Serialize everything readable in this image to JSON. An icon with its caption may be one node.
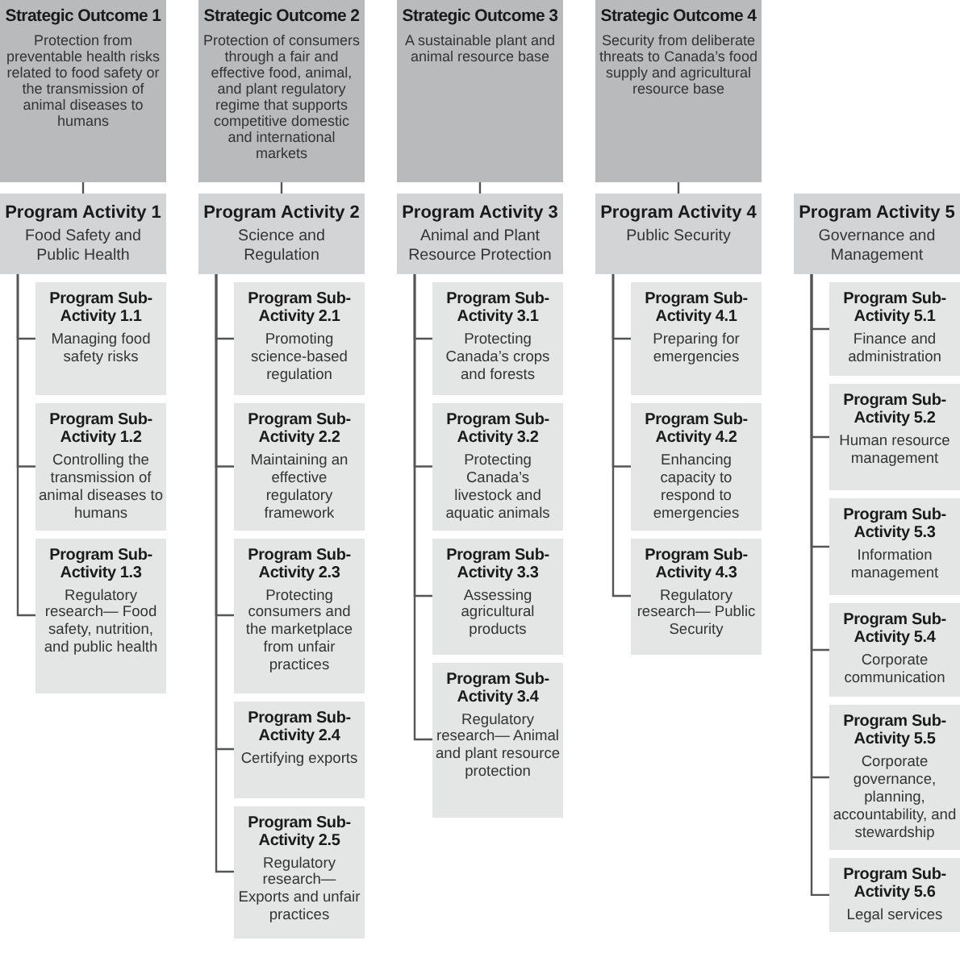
{
  "diagram": {
    "nodes": [
      {
        "text": [
          "Strategic Outcome 1",
          "Protection from preventable health risks related to food safety or the transmission of animal diseases to humans"
        ]
      },
      {
        "text": [
          "Program Activity 1",
          "Food Safety and Public Health"
        ]
      },
      {
        "text": [
          "Program Sub-Activity 1.1",
          "Managing food safety risks"
        ]
      },
      {
        "text": [
          "Program Sub-Activity 1.2",
          "Controlling the transmission of animal diseases to humans"
        ]
      },
      {
        "text": [
          "Program Sub-Activity 1.3",
          "Regulatory research— Food safety, nutrition, and public health"
        ]
      },
      {
        "text": [
          "Strategic Outcome 2",
          "Protection of consumers through a fair and effective food, animal, and plant regulatory regime that supports competitive domestic and international markets"
        ]
      },
      {
        "text": [
          "Program Activity 2",
          "Science and Regulation"
        ]
      },
      {
        "text": [
          "Program Sub-Activity 2.1",
          "Promoting science-based regulation"
        ]
      },
      {
        "text": [
          "Program Sub-Activity 2.2",
          "Maintaining an effective regulatory framework"
        ]
      },
      {
        "text": [
          "Program Sub-Activity 2.3",
          "Protecting consumers and the marketplace from unfair practices"
        ]
      },
      {
        "text": [
          "Program Sub-Activity 2.4",
          "Certifying exports"
        ]
      },
      {
        "text": [
          "Program Sub-Activity 2.5",
          "Regulatory research— Exports and unfair practices"
        ]
      },
      {
        "text": [
          "Strategic Outcome 3",
          "A sustainable plant and animal resource base"
        ]
      },
      {
        "text": [
          "Program Activity 3",
          "Animal and Plant Resource Protection"
        ]
      },
      {
        "text": [
          "Program Sub-Activity 3.1",
          "Protecting Canada’s crops and forests"
        ]
      },
      {
        "text": [
          "Program Sub-Activity 3.2",
          "Protecting Canada’s livestock and aquatic animals"
        ]
      },
      {
        "text": [
          "Program Sub-Activity 3.3",
          "Assessing agricultural products"
        ]
      },
      {
        "text": [
          "Program Sub-Activity 3.4",
          "Regulatory research— Animal and plant resource protection"
        ]
      },
      {
        "text": [
          "Strategic Outcome 4",
          "Security from deliberate threats to Canada’s food supply and agricultural resource base"
        ]
      },
      {
        "text": [
          "Program Activity 4",
          "Public Security"
        ]
      },
      {
        "text": [
          "Program Sub-Activity 4.1",
          "Preparing for emergencies"
        ]
      },
      {
        "text": [
          "Program Sub-Activity 4.2",
          "Enhancing capacity to respond to emergencies"
        ]
      },
      {
        "text": [
          "Program Sub-Activity 4.3",
          "Regulatory research— Public Security"
        ]
      },
      {
        "text": [
          "Program Activity 5",
          "Governance and Management"
        ]
      },
      {
        "text": [
          "Program Sub-Activity 5.1",
          "Finance and administration"
        ]
      },
      {
        "text": [
          "Program Sub-Activity 5.2",
          "Human resource management"
        ]
      },
      {
        "text": [
          "Program Sub-Activity 5.3",
          "Information management"
        ]
      },
      {
        "text": [
          "Program Sub-Activity 5.4",
          "Corporate communication"
        ]
      },
      {
        "text": [
          "Program Sub-Activity 5.5",
          "Corporate governance, planning, accountability, and stewardship"
        ]
      },
      {
        "text": [
          "Program Sub-Activity 5.6",
          "Legal services"
        ]
      }
    ],
    "edges": [
      {
        "from": 0,
        "to": 1,
        "arrow": "none"
      },
      {
        "from": 1,
        "to": 2,
        "arrow": "none"
      },
      {
        "from": 1,
        "to": 3,
        "arrow": "none"
      },
      {
        "from": 1,
        "to": 4,
        "arrow": "none"
      },
      {
        "from": 5,
        "to": 6,
        "arrow": "none"
      },
      {
        "from": 6,
        "to": 7,
        "arrow": "none"
      },
      {
        "from": 6,
        "to": 8,
        "arrow": "none"
      },
      {
        "from": 6,
        "to": 9,
        "arrow": "none"
      },
      {
        "from": 6,
        "to": 10,
        "arrow": "none"
      },
      {
        "from": 6,
        "to": 11,
        "arrow": "none"
      },
      {
        "from": 12,
        "to": 13,
        "arrow": "none"
      },
      {
        "from": 13,
        "to": 14,
        "arrow": "none"
      },
      {
        "from": 13,
        "to": 15,
        "arrow": "none"
      },
      {
        "from": 13,
        "to": 16,
        "arrow": "none"
      },
      {
        "from": 13,
        "to": 17,
        "arrow": "none"
      },
      {
        "from": 18,
        "to": 19,
        "arrow": "none"
      },
      {
        "from": 19,
        "to": 20,
        "arrow": "none"
      },
      {
        "from": 19,
        "to": 21,
        "arrow": "none"
      },
      {
        "from": 19,
        "to": 22,
        "arrow": "none"
      },
      {
        "from": 23,
        "to": 24,
        "arrow": "none"
      },
      {
        "from": 23,
        "to": 25,
        "arrow": "none"
      },
      {
        "from": 23,
        "to": 26,
        "arrow": "none"
      },
      {
        "from": 23,
        "to": 27,
        "arrow": "none"
      },
      {
        "from": 23,
        "to": 28,
        "arrow": "none"
      },
      {
        "from": 23,
        "to": 29,
        "arrow": "none"
      }
    ]
  }
}
